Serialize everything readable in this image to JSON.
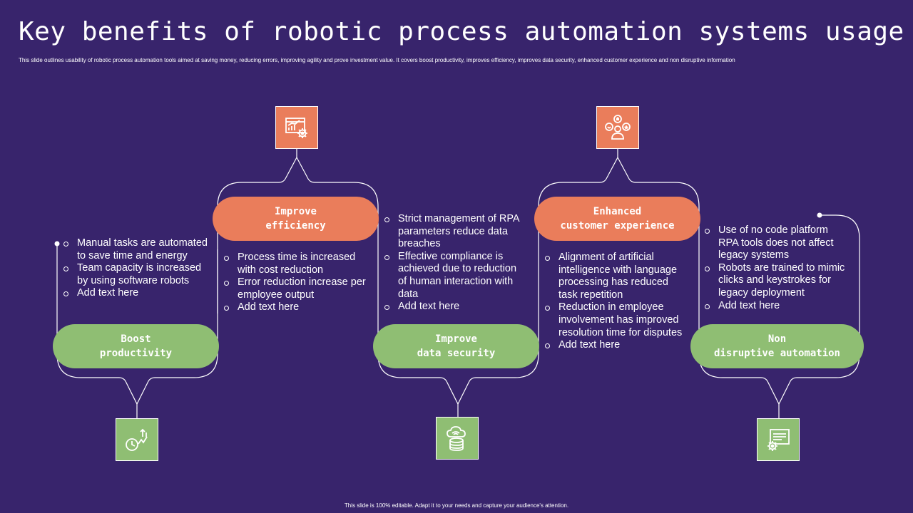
{
  "title": "Key benefits of robotic process automation systems usage",
  "subtitle": "This slide outlines usability of robotic process automation tools aimed at saving money, reducing errors, improving agility and prove investment value. It covers boost productivity, improves efficiency, improves data security, enhanced customer experience and non disruptive information",
  "footer": "This slide is 100% editable. Adapt it to your needs and capture your audience's attention.",
  "colors": {
    "background": "#38246c",
    "orange": "#ea7d5b",
    "green": "#8fbe73",
    "line": "#ffffff"
  },
  "cards": [
    {
      "label": "Boost\nproductivity",
      "icon": "productivity-clock-chart-icon",
      "bullets": [
        "Manual tasks are automated to save time and energy",
        "Team capacity is increased by using software robots",
        "Add text here"
      ]
    },
    {
      "label": "Improve\nefficiency",
      "icon": "efficiency-chart-gear-icon",
      "bullets": [
        "Process time is increased with cost reduction",
        "Error reduction increase per employee output",
        "Add text here"
      ]
    },
    {
      "label": "Improve\ndata security",
      "icon": "cloud-database-icon",
      "bullets": [
        "Strict management of RPA parameters reduce data breaches",
        "Effective compliance is achieved due to reduction of human interaction with data",
        "Add text here"
      ]
    },
    {
      "label": "Enhanced\ncustomer experience",
      "icon": "customer-feedback-icon",
      "bullets": [
        "Alignment of artificial intelligence with language processing has reduced task repetition",
        "Reduction in employee involvement has improved resolution time for disputes",
        "Add text here"
      ]
    },
    {
      "label": "Non\ndisruptive automation",
      "icon": "monitor-gear-icon",
      "bullets": [
        "Use of no code platform RPA tools does not affect legacy systems",
        "Robots are trained to mimic clicks and keystrokes for legacy deployment",
        "Add text here"
      ]
    }
  ]
}
